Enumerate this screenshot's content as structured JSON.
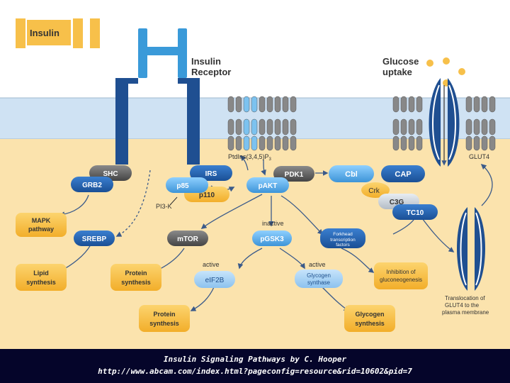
{
  "labels": {
    "insulin": "Insulin",
    "insulin_receptor_1": "Insulin",
    "insulin_receptor_2": "Receptor",
    "glucose_1": "Glucose",
    "glucose_2": "uptake",
    "ptdins": "PtdIns(3,4,5)P",
    "ptdins_sub": "3",
    "glut4": "GLUT4",
    "pi3k": "PI3-K",
    "inactive": "inactive",
    "active_left": "active",
    "active_right": "active",
    "translocation_1": "Translocation of",
    "translocation_2": "GLUT4 to the",
    "translocation_3": "plasma membrane",
    "crk": "Crk"
  },
  "nodes": {
    "shc": "SHC",
    "grb2": "GRB2",
    "irs": "IRS",
    "p85": "p85",
    "p110": "p110",
    "pdk1": "PDK1",
    "pakt": "pAKT",
    "cbl": "Cbl",
    "cap": "CAP",
    "c3g": "C3G",
    "tc10": "TC10",
    "srebp": "SREBP",
    "mtor": "mTOR",
    "pgsk3": "pGSK3",
    "forkhead_1": "Forkhead",
    "forkhead_2": "transcription",
    "forkhead_3": "factors",
    "eif2b": "eIF2B",
    "glycogen_synthase_1": "Glycogen",
    "glycogen_synthase_2": "synthase"
  },
  "outcomes": {
    "mapk_1": "MAPK",
    "mapk_2": "pathway",
    "lipid_1": "Lipid",
    "lipid_2": "synthesis",
    "protein1_1": "Protein",
    "protein1_2": "synthesis",
    "protein2_1": "Protein",
    "protein2_2": "synthesis",
    "glycogen_1": "Glycogen",
    "glycogen_2": "synthesis",
    "inhibition_1": "Inhibition of",
    "inhibition_2": "gluconeogenesis"
  },
  "footer": {
    "line1": "Insulin Signaling Pathways by C. Hooper",
    "line2": "http://www.abcam.com/index.html?pageconfig=resource&rid=10602&pid=7"
  },
  "colors": {
    "cytoplasm": "#fbe3ad",
    "membrane": "#cfe2f3",
    "receptor_dark": "#1f4f91",
    "receptor_light": "#3a9ad9",
    "node_blue": "#1e5aa8",
    "node_light": "#4aa6e6",
    "node_grey": "#555555",
    "outcome_yellow": "#f7c04a",
    "footer_bg": "#05052a"
  }
}
